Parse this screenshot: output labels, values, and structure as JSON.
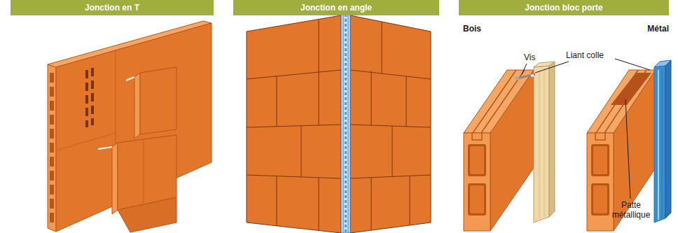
{
  "diagram": {
    "nodes": [
      {
        "text": [
          "Jonction en T"
        ]
      },
      {
        "text": [
          "Jonction en angle"
        ]
      },
      {
        "text": [
          "Jonction bloc porte"
        ]
      }
    ],
    "labels": [
      "Bois",
      "Métal",
      "Vis",
      "Liant colle",
      "Patte métallique"
    ]
  }
}
